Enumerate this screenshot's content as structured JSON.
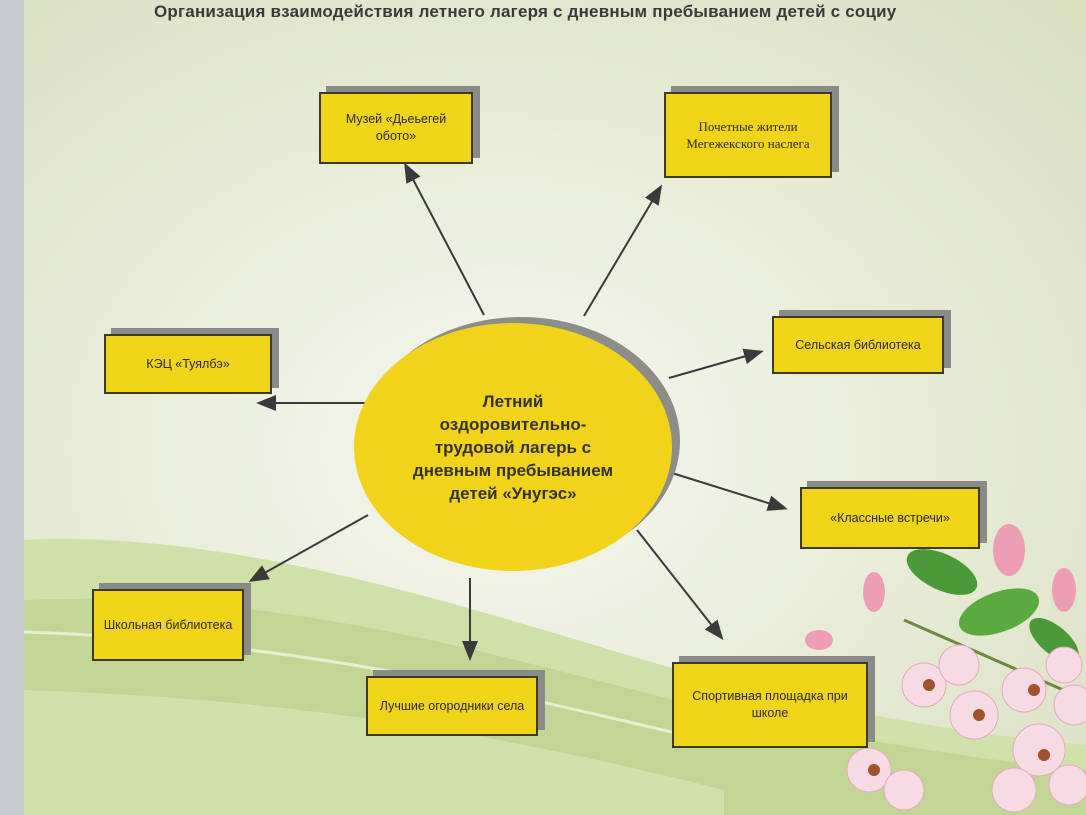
{
  "title": "Организация взаимодействия летнего лагеря с дневным пребыванием детей с социу",
  "hub": "Летний оздоровительно-трудовой лагерь с дневным пребыванием детей «Унугэс»",
  "nodes": {
    "museum": "Музей «Дьеьегей обото»",
    "citizens": "Почетные жители Мегежекского наслега",
    "rural_library": "Сельская библиотека",
    "class_meetings": "«Классные встречи»",
    "sports_ground": "Спортивная площадка при школе",
    "gardeners": "Лучшие огородники села",
    "school_library": "Школьная библиотека",
    "kec": "КЭЦ «Туялбэ»"
  },
  "colors": {
    "box": "#f0d418",
    "hub": "#f1d31a",
    "arrow": "#3a3a3a"
  }
}
